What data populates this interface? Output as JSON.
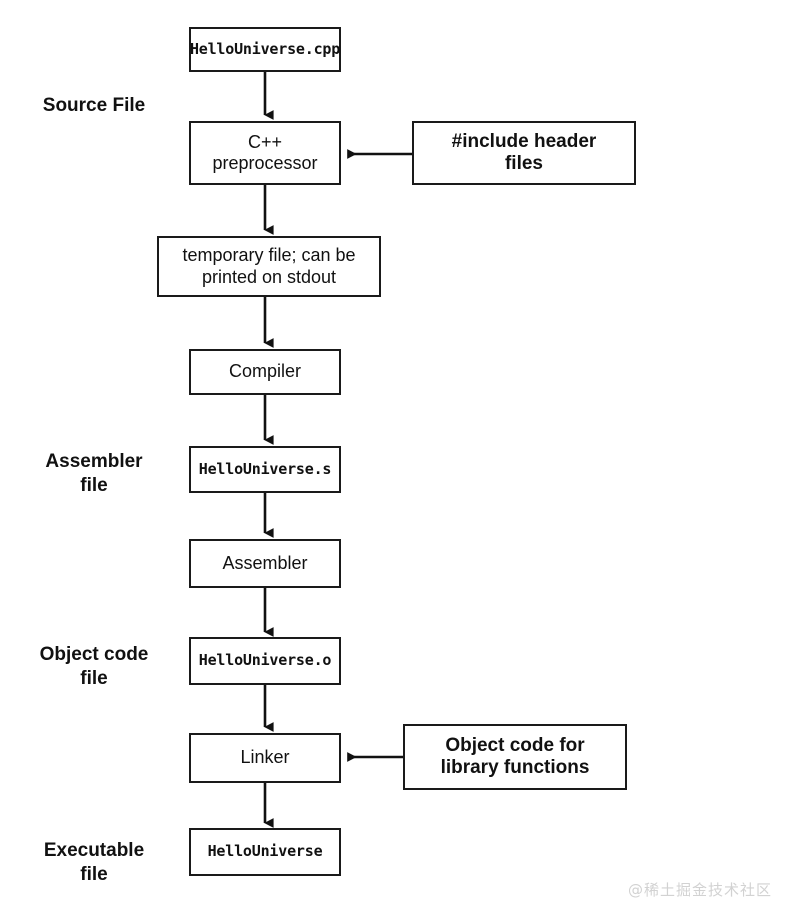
{
  "diagram": {
    "title": "C++ compilation pipeline",
    "stroke_color": "#1a1a1a",
    "background_color": "#ffffff",
    "stage_labels": [
      {
        "name": "source-file",
        "text": "Source File"
      },
      {
        "name": "assembler-file",
        "text": "Assembler\nfile"
      },
      {
        "name": "object-code-file",
        "text": "Object code\nfile"
      },
      {
        "name": "executable-file",
        "text": "Executable\nfile"
      }
    ],
    "nodes": [
      {
        "name": "hellouniverse-cpp",
        "text": "HelloUniverse.cpp",
        "style": "mono"
      },
      {
        "name": "cpp-preprocessor",
        "text": "C++\npreprocessor",
        "style": "sans"
      },
      {
        "name": "include-header-files",
        "text": "#include header\nfiles",
        "style": "bold"
      },
      {
        "name": "temporary-file",
        "text": "temporary file; can be\nprinted on stdout",
        "style": "sans"
      },
      {
        "name": "compiler",
        "text": "Compiler",
        "style": "sans"
      },
      {
        "name": "hellouniverse-s",
        "text": "HelloUniverse.s",
        "style": "mono"
      },
      {
        "name": "assembler",
        "text": "Assembler",
        "style": "sans"
      },
      {
        "name": "hellouniverse-o",
        "text": "HelloUniverse.o",
        "style": "mono"
      },
      {
        "name": "linker",
        "text": "Linker",
        "style": "sans"
      },
      {
        "name": "object-code-library",
        "text": "Object code for\nlibrary functions",
        "style": "bold"
      },
      {
        "name": "hellouniverse-exe",
        "text": "HelloUniverse",
        "style": "mono"
      }
    ],
    "flow_order": [
      "HelloUniverse.cpp",
      "C++ preprocessor",
      "temporary file; can be printed on stdout",
      "Compiler",
      "HelloUniverse.s",
      "Assembler",
      "HelloUniverse.o",
      "Linker",
      "HelloUniverse"
    ],
    "side_inputs": [
      {
        "from": "#include header files",
        "to": "C++ preprocessor"
      },
      {
        "from": "Object code for library functions",
        "to": "Linker"
      }
    ]
  },
  "watermark": {
    "text": "@稀土掘金技术社区"
  }
}
